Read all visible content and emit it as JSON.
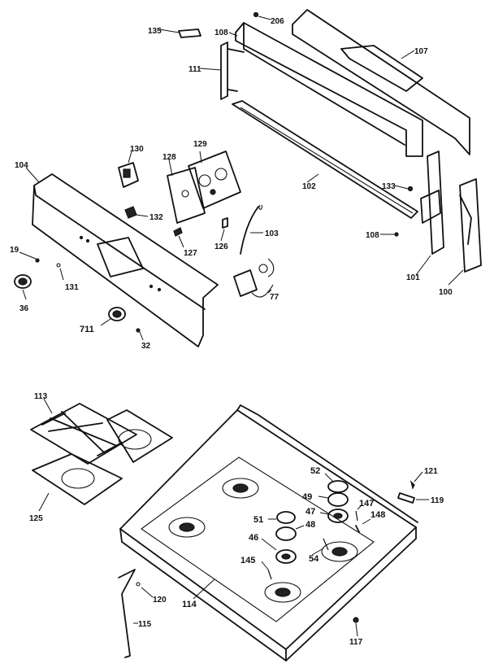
{
  "diagram": {
    "callouts": [
      "135",
      "206",
      "108",
      "107",
      "111",
      "130",
      "128",
      "129",
      "104",
      "102",
      "133",
      "132",
      "103",
      "126",
      "127",
      "19",
      "131",
      "77",
      "108",
      "101",
      "100",
      "36",
      "711",
      "32",
      "113",
      "125",
      "52",
      "121",
      "49",
      "119",
      "147",
      "51",
      "47",
      "148",
      "48",
      "46",
      "54",
      "145",
      "120",
      "114",
      "115",
      "117"
    ]
  }
}
